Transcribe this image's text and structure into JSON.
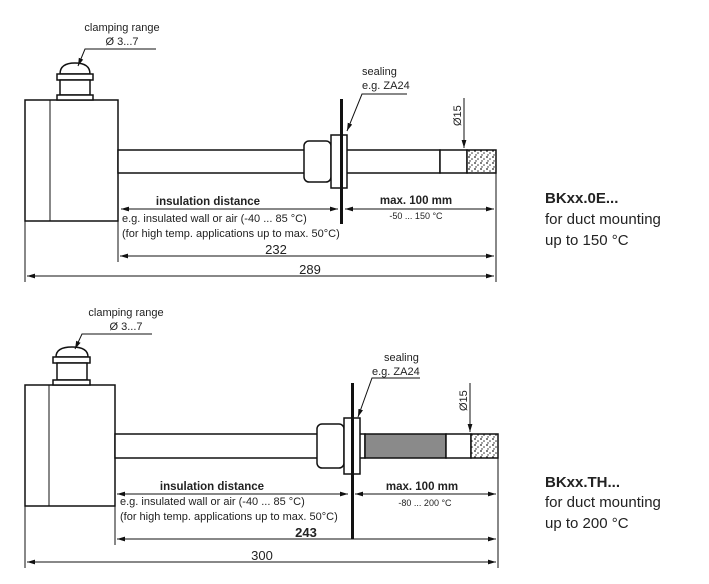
{
  "drawings": [
    {
      "model": "BKxx.0E...",
      "mounting": "for duct mounting",
      "max_temp": "up to 150 °C",
      "clamping_label": "clamping range",
      "clamping_value": "Ø 3...7",
      "sealing_label": "sealing",
      "sealing_value": "e.g. ZA24",
      "diameter": "Ø15",
      "insulation_label": "insulation distance",
      "insulation_note1": "e.g. insulated wall or air (-40 ... 85 °C)",
      "insulation_note2": "(for high temp. applications up to max. 50°C)",
      "max_length": "max. 100 mm",
      "probe_range": "-50 ... 150 °C",
      "dim_probe": "232",
      "dim_total": "289"
    },
    {
      "model": "BKxx.TH...",
      "mounting": "for duct mounting",
      "max_temp": "up to 200 °C",
      "clamping_label": "clamping range",
      "clamping_value": "Ø 3...7",
      "sealing_label": "sealing",
      "sealing_value": "e.g. ZA24",
      "diameter": "Ø15",
      "insulation_label": "insulation distance",
      "insulation_note1": "e.g. insulated wall or air (-40 ... 85 °C)",
      "insulation_note2": "(for high temp. applications up to max. 50°C)",
      "max_length": "max. 100 mm",
      "probe_range": "-80 ... 200 °C",
      "dim_probe": "243",
      "dim_total": "300"
    }
  ]
}
